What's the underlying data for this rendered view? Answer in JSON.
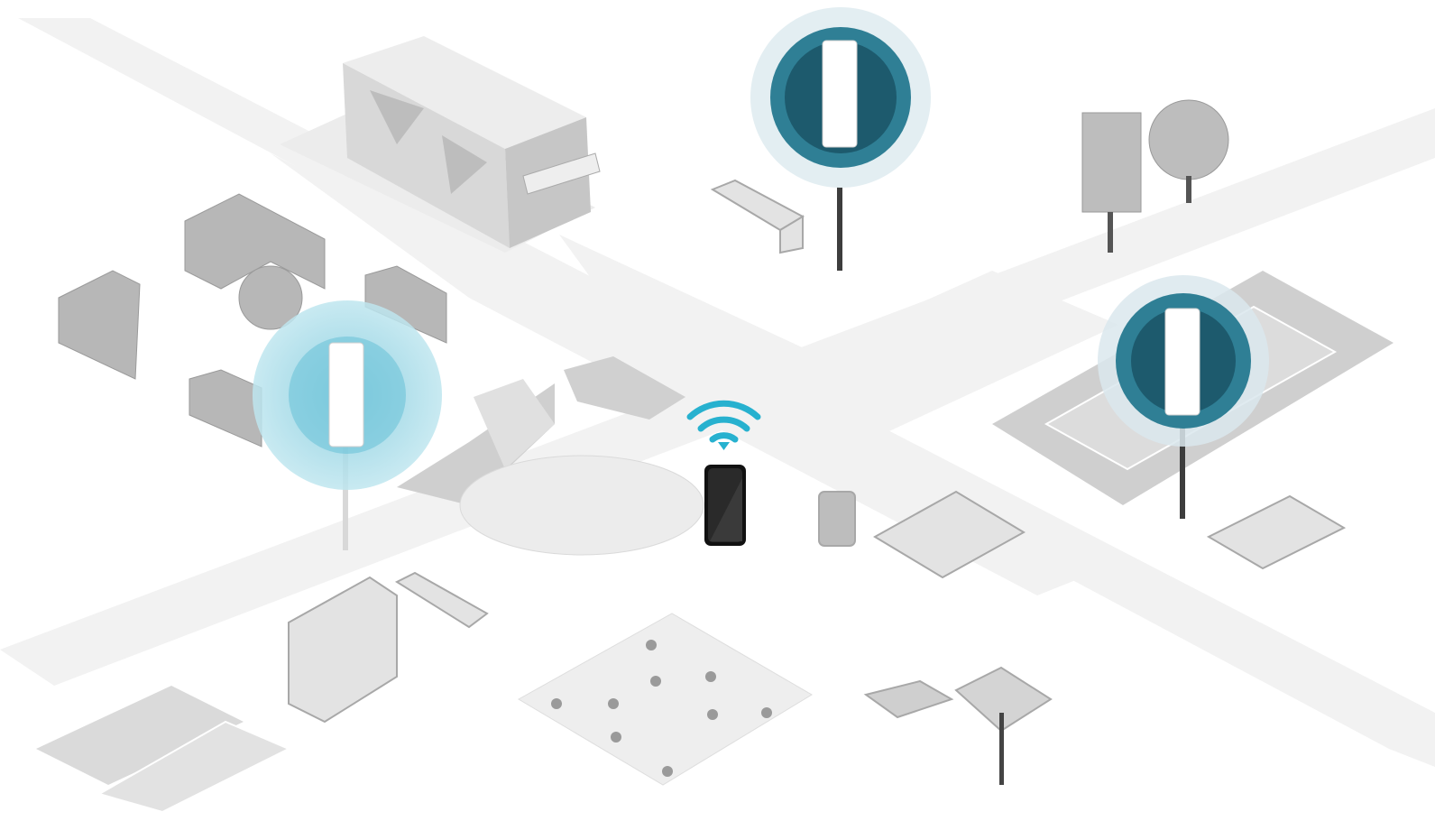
{
  "scene": {
    "description_visible_text": "",
    "colors": {
      "background": "#ffffff",
      "road": "#f1f1f1",
      "object_light": "#e6e6e6",
      "object_mid": "#c9c9c9",
      "object_dark": "#9a9a9a",
      "coverage_light": "#9fd8e6",
      "coverage_teal": "#2f7f95",
      "coverage_dark": "#1d5a6d",
      "wifi_signal": "#27b1cf",
      "phone": "#111111"
    },
    "icons": [
      "access-point-icon",
      "wifi-signal-icon",
      "smartphone-icon"
    ],
    "access_points": [
      {
        "name": "access-point-left",
        "style": "light"
      },
      {
        "name": "access-point-top",
        "style": "dark"
      },
      {
        "name": "access-point-right",
        "style": "dark"
      }
    ]
  }
}
